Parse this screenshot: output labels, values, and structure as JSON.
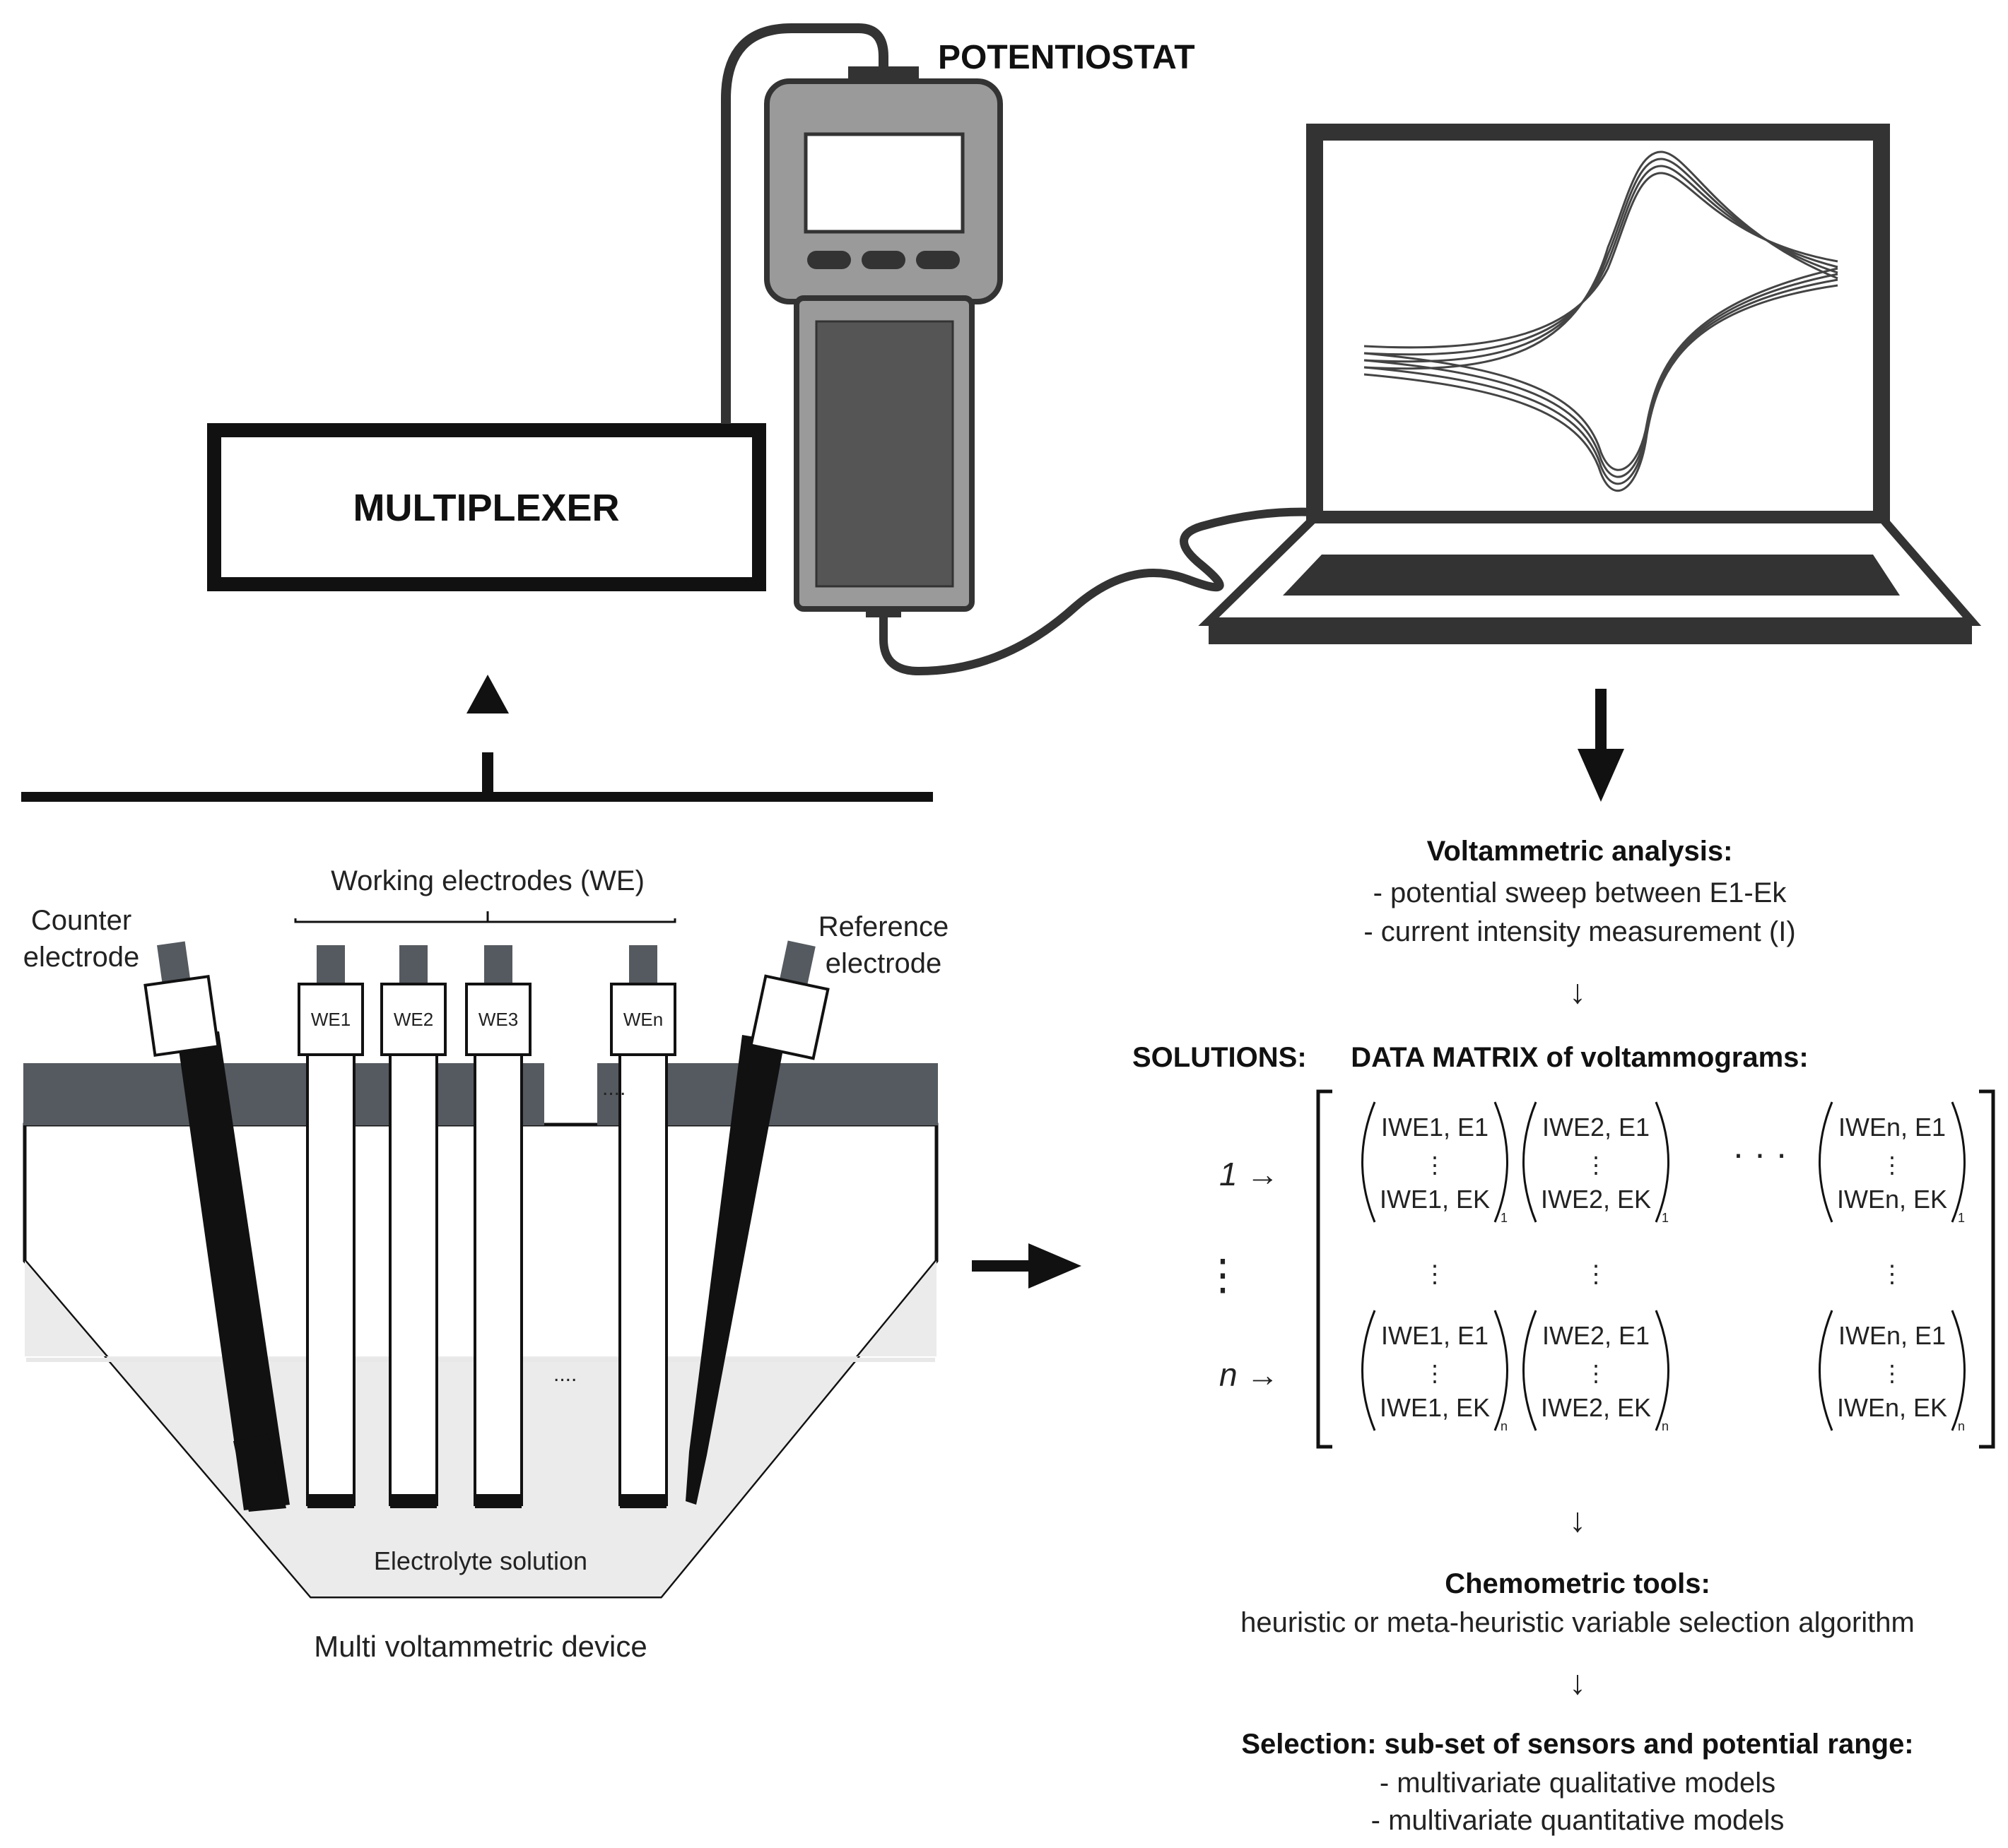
{
  "potentiostat": {
    "label": "POTENTIOSTAT"
  },
  "multiplexer": {
    "label": "MULTIPLEXER"
  },
  "device": {
    "working_electrodes_label": "Working electrodes (WE)",
    "counter_label_line1": "Counter",
    "counter_label_line2": "electrode",
    "reference_label_line1": "Reference",
    "reference_label_line2": "electrode",
    "we_tags": [
      "WE1",
      "WE2",
      "WE3",
      "WEn"
    ],
    "ellipsis": "....",
    "electrolyte_label": "Electrolyte solution",
    "caption": "Multi voltammetric device"
  },
  "analysis": {
    "title": "Voltammetric analysis:",
    "line1": "- potential sweep between E1-Ek",
    "line2": "- current intensity measurement (I)"
  },
  "matrix": {
    "solutions_label": "SOLUTIONS:",
    "title": "DATA MATRIX of voltammograms:",
    "row_labels": [
      "1 →",
      "n →"
    ],
    "vdots": "⋮",
    "hdots": "· · ·",
    "cells": {
      "top": [
        {
          "first": "IWE1, E1",
          "last": "IWE1, EK",
          "sub": "1"
        },
        {
          "first": "IWE2, E1",
          "last": "IWE2, EK",
          "sub": "1"
        },
        {
          "first": "IWEn, E1",
          "last": "IWEn, EK",
          "sub": "1"
        }
      ],
      "bottom": [
        {
          "first": "IWE1, E1",
          "last": "IWE1, EK",
          "sub": "n"
        },
        {
          "first": "IWE2, E1",
          "last": "IWE2, EK",
          "sub": "n"
        },
        {
          "first": "IWEn, E1",
          "last": "IWEn, EK",
          "sub": "n"
        }
      ]
    }
  },
  "chemometric": {
    "title": "Chemometric tools:",
    "line1": "heuristic or meta-heuristic variable selection algorithm"
  },
  "selection": {
    "title": "Selection: sub-set of sensors and potential range:",
    "line1": "- multivariate qualitative models",
    "line2": "- multivariate quantitative models"
  },
  "arrows": {
    "small_down": "↓"
  }
}
